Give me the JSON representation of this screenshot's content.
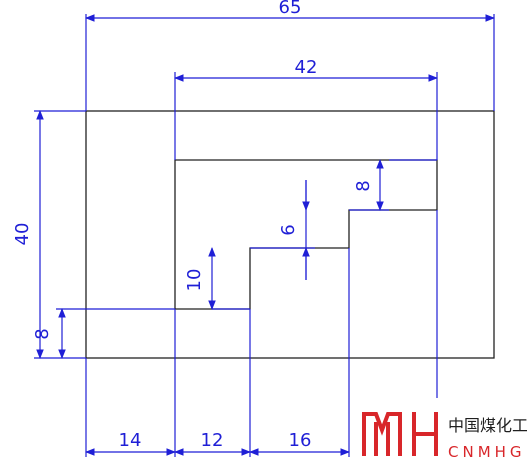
{
  "dimensions": {
    "overall_width": "65",
    "inner_width": "42",
    "overall_height": "40",
    "bottom_offset": "8",
    "step_top_height": "8",
    "step_middle_height": "6",
    "step_bottom_height": "10",
    "bottom_left_1": "14",
    "bottom_left_2": "12",
    "bottom_left_3": "16"
  },
  "logo": {
    "chinese_text": "中国煤化工",
    "english_text": "CNMHG"
  },
  "colors": {
    "outline": "#222222",
    "dimension": "#1f1fd6",
    "logo_red": "#d8262a"
  }
}
